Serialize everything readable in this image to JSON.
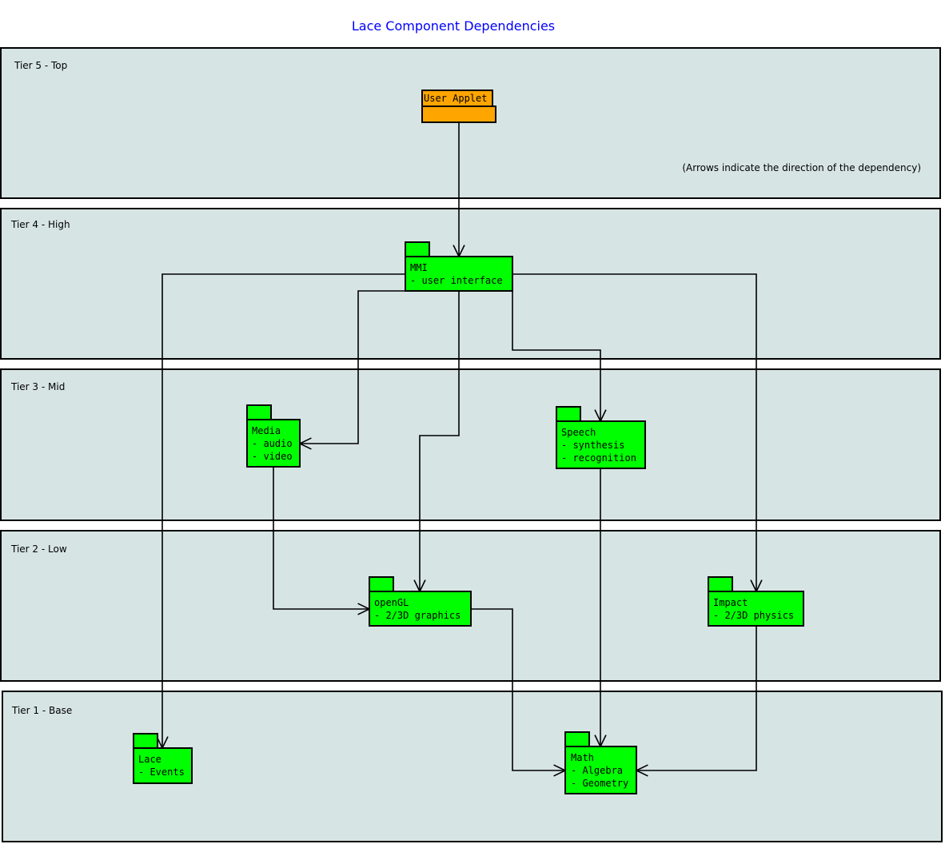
{
  "title": "Lace Component Dependencies",
  "note": "(Arrows indicate the direction of the dependency)",
  "colors": {
    "tier_fill": "#d7e4e4",
    "package": "#00ff00",
    "entry_package": "#ffa500",
    "title": "#0000ff"
  },
  "tiers": [
    "Tier 5 - Top",
    "Tier 4 - High",
    "Tier 3 - Mid",
    "Tier 2 - Low",
    "Tier 1 - Base"
  ],
  "packages": {
    "user_applet": {
      "lines": [
        "User Applet"
      ]
    },
    "mmi": {
      "lines": [
        "MMI",
        "- user interface"
      ]
    },
    "media": {
      "lines": [
        "Media",
        "- audio",
        "- video"
      ]
    },
    "speech": {
      "lines": [
        "Speech",
        "- synthesis",
        "- recognition"
      ]
    },
    "opengl": {
      "lines": [
        "openGL",
        "- 2/3D graphics"
      ]
    },
    "impact": {
      "lines": [
        "Impact",
        "- 2/3D physics"
      ]
    },
    "lace": {
      "lines": [
        "Lace",
        "- Events"
      ]
    },
    "math": {
      "lines": [
        "Math",
        "- Algebra",
        "- Geometry"
      ]
    }
  },
  "edges": [
    {
      "from": "user_applet",
      "to": "mmi"
    },
    {
      "from": "mmi",
      "to": "lace"
    },
    {
      "from": "mmi",
      "to": "impact"
    },
    {
      "from": "mmi",
      "to": "media"
    },
    {
      "from": "mmi",
      "to": "opengl"
    },
    {
      "from": "mmi",
      "to": "speech"
    },
    {
      "from": "media",
      "to": "opengl"
    },
    {
      "from": "speech",
      "to": "math"
    },
    {
      "from": "opengl",
      "to": "math"
    },
    {
      "from": "impact",
      "to": "math"
    }
  ]
}
